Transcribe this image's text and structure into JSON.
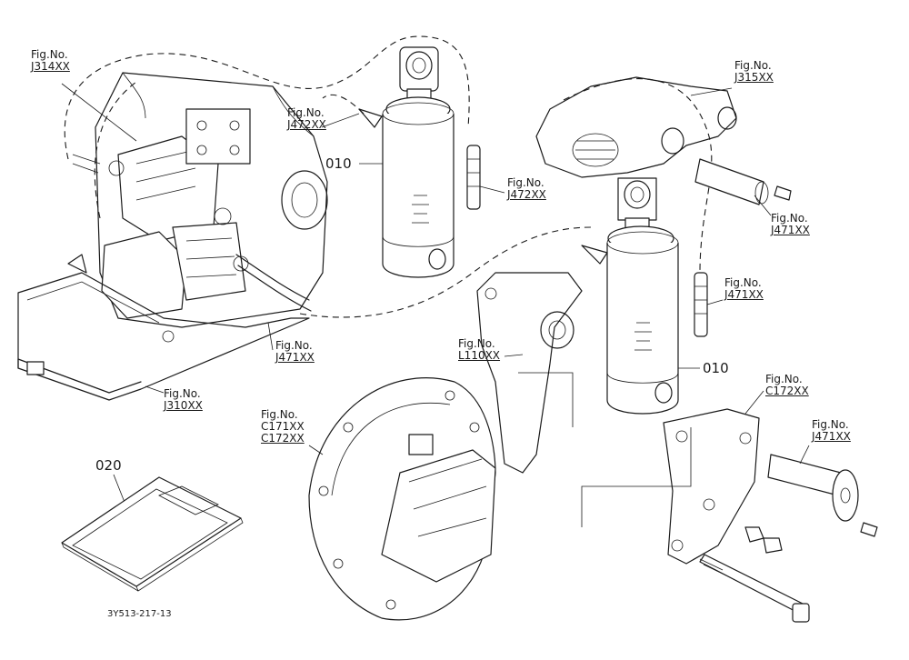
{
  "figure_labels": [
    {
      "id": "j314",
      "line1": "Fig.No.",
      "line2": "J314XX"
    },
    {
      "id": "j472a",
      "line1": "Fig.No.",
      "line2": "J472XX"
    },
    {
      "id": "j472b",
      "line1": "Fig.No.",
      "line2": "J472XX"
    },
    {
      "id": "j315",
      "line1": "Fig.No.",
      "line2": "J315XX"
    },
    {
      "id": "j471a",
      "line1": "Fig.No.",
      "line2": "J471XX"
    },
    {
      "id": "j471b",
      "line1": "Fig.No.",
      "line2": "J471XX"
    },
    {
      "id": "j471c",
      "line1": "Fig.No.",
      "line2": "J471XX"
    },
    {
      "id": "j471d",
      "line1": "Fig.No.",
      "line2": "J471XX"
    },
    {
      "id": "l110",
      "line1": "Fig.No.",
      "line2": "L110XX"
    },
    {
      "id": "c172",
      "line1": "Fig.No.",
      "line2": "C172XX"
    },
    {
      "id": "j310",
      "line1": "Fig.No.",
      "line2": "J310XX"
    },
    {
      "id": "c171",
      "line1": "Fig.No.",
      "line2": "C171XX",
      "line3": "C172XX"
    }
  ],
  "part_numbers": {
    "cylinder_top": "010",
    "cylinder_bottom": "010",
    "manual": "020"
  },
  "drawing_code": "3Y513-217-13"
}
